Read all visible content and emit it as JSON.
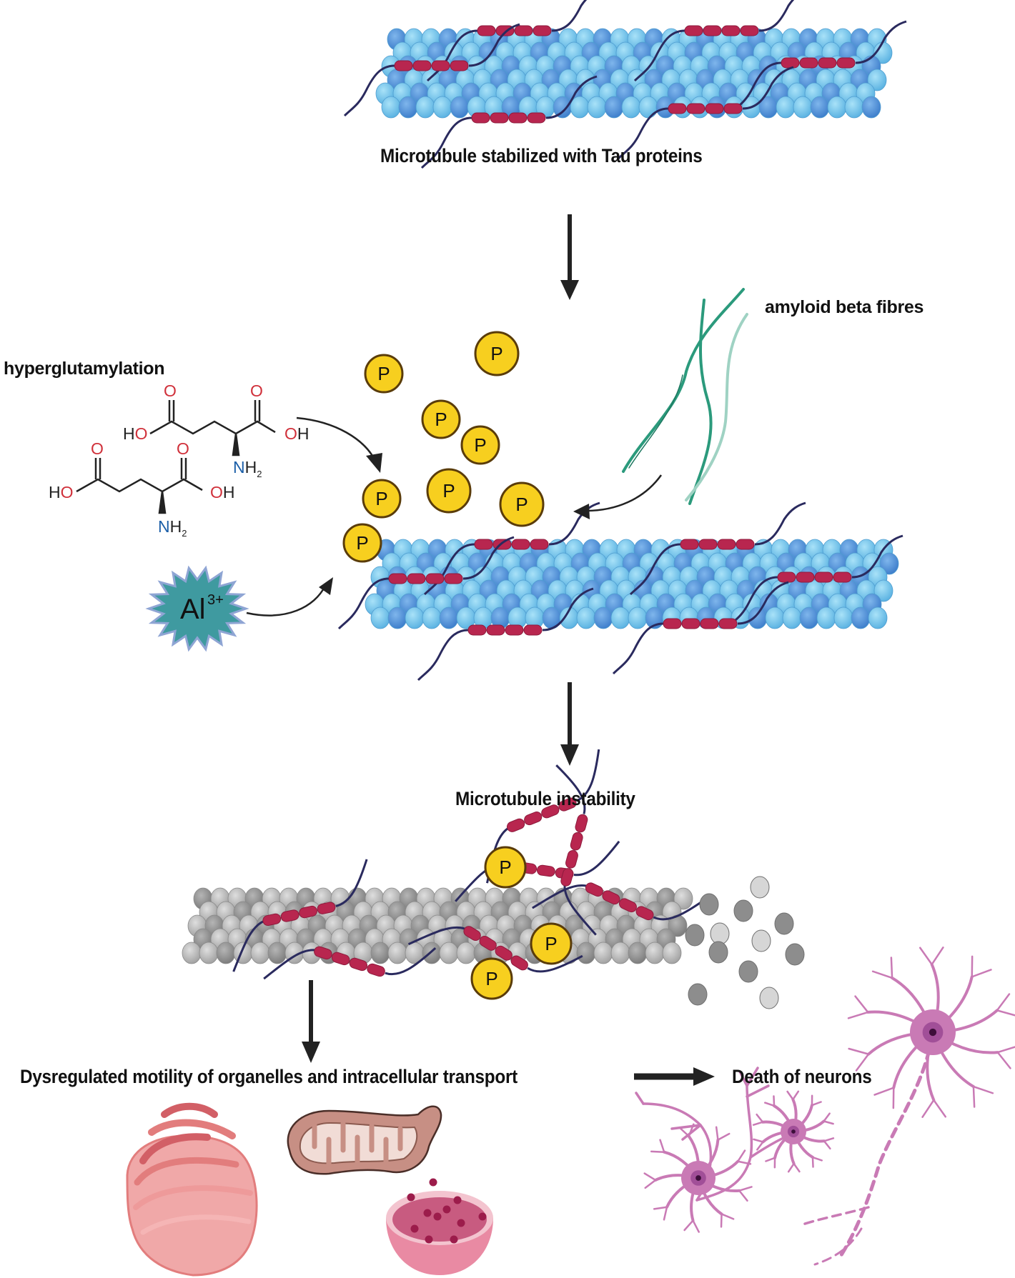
{
  "labels": {
    "stabilized": "Microtubule stabilized with Tau proteins",
    "hyperglutamylation": "hyperglutamylation",
    "amyloid": "amyloid beta fibres",
    "instability": "Microtubule instability",
    "dysregulated": "Dysregulated motility of organelles and intracellular transport",
    "death": "Death of neurons"
  },
  "chemistry": {
    "oxygen": "O",
    "hydroxyl_left": "HO",
    "hydroxyl_right": "OH",
    "amine_n": "N",
    "amine_h": "H",
    "amine_sub": "2"
  },
  "aluminium": {
    "symbol": "Al",
    "charge": "3+"
  },
  "phosphate": {
    "symbol": "P"
  },
  "colors": {
    "tubulin_light": "#7fcdef",
    "tubulin_dark": "#4a90d6",
    "tubulin_grey": "#9a9a9a",
    "tau_bead": "#b8264f",
    "tau_strand": "#2a2a5e",
    "phosphate_fill": "#f7cf1f",
    "phosphate_stroke": "#5a3c0a",
    "amyloid": "#2b9a7c",
    "aluminium": "#3f9aa0",
    "neuron": "#c97ab5",
    "golgi": "#e98a8a",
    "mito": "#c78f84",
    "lysosome": "#d2688d"
  }
}
